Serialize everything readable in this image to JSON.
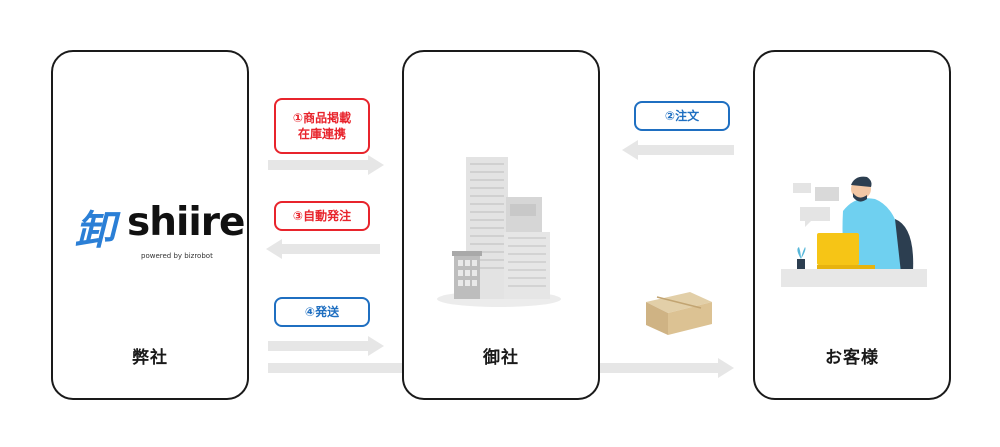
{
  "nodes": {
    "left_label": "弊社",
    "middle_label": "御社",
    "right_label": "お客様"
  },
  "logo": {
    "kanji": "卸",
    "text": "shiire",
    "sub": "powered by bizrobot"
  },
  "steps": {
    "step1": "①商品掲載\n在庫連携",
    "step2": "②注文",
    "step3": "③自動発注",
    "step4": "④発送"
  },
  "colors": {
    "red": "#e8242c",
    "blue": "#1f6fc1",
    "arrow": "#e6e6e6",
    "building": "#dcdcdc"
  }
}
